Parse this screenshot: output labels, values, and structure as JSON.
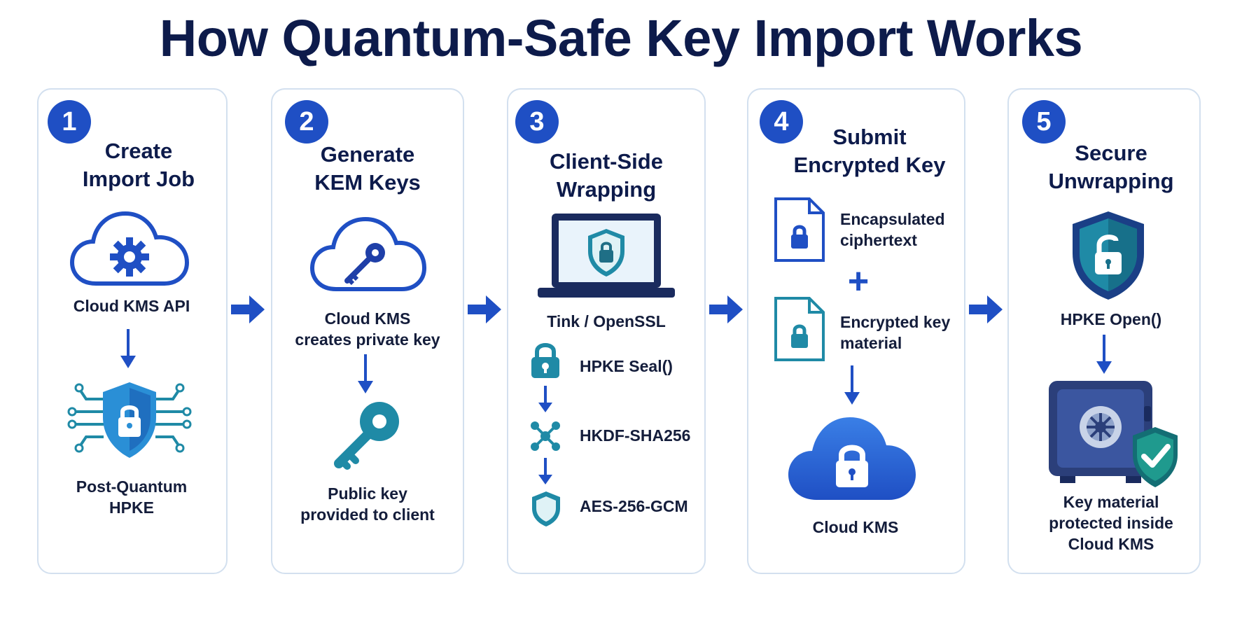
{
  "title": "How Quantum-Safe Key Import Works",
  "colors": {
    "accent": "#1f4fc4",
    "teal": "#1f8aa6",
    "navy": "#0d1b4b",
    "border": "#d3e0ef"
  },
  "steps": [
    {
      "number": "1",
      "title_line1": "Create",
      "title_line2": "Import Job",
      "items": [
        "Cloud KMS API",
        "Post-Quantum",
        "HPKE"
      ],
      "icons": [
        "cloud-gear-icon",
        "circuit-shield-lock-icon"
      ]
    },
    {
      "number": "2",
      "title_line1": "Generate",
      "title_line2": "KEM Keys",
      "items": [
        "Cloud KMS",
        "creates private key",
        "Public key",
        "provided to client"
      ],
      "icons": [
        "cloud-key-icon",
        "key-icon"
      ]
    },
    {
      "number": "3",
      "title_line1": "Client-Side",
      "title_line2": "Wrapping",
      "items": [
        "Tink / OpenSSL",
        "HPKE Seal()",
        "HKDF-SHA256",
        "AES-256-GCM"
      ],
      "icons": [
        "laptop-shield-icon",
        "lock-icon",
        "network-nodes-icon",
        "shield-icon"
      ]
    },
    {
      "number": "4",
      "title_line1": "Submit",
      "title_line2": "Encrypted Key",
      "items": [
        "Encapsulated",
        "ciphertext",
        "+",
        "Encrypted key",
        "material",
        "Cloud KMS"
      ],
      "icons": [
        "locked-document-icon",
        "locked-document-icon",
        "cloud-lock-icon"
      ]
    },
    {
      "number": "5",
      "title_line1": "Secure",
      "title_line2": "Unwrapping",
      "items": [
        "HPKE Open()",
        "Key material",
        "protected inside",
        "Cloud KMS"
      ],
      "icons": [
        "shield-unlock-icon",
        "vault-check-icon"
      ]
    }
  ]
}
